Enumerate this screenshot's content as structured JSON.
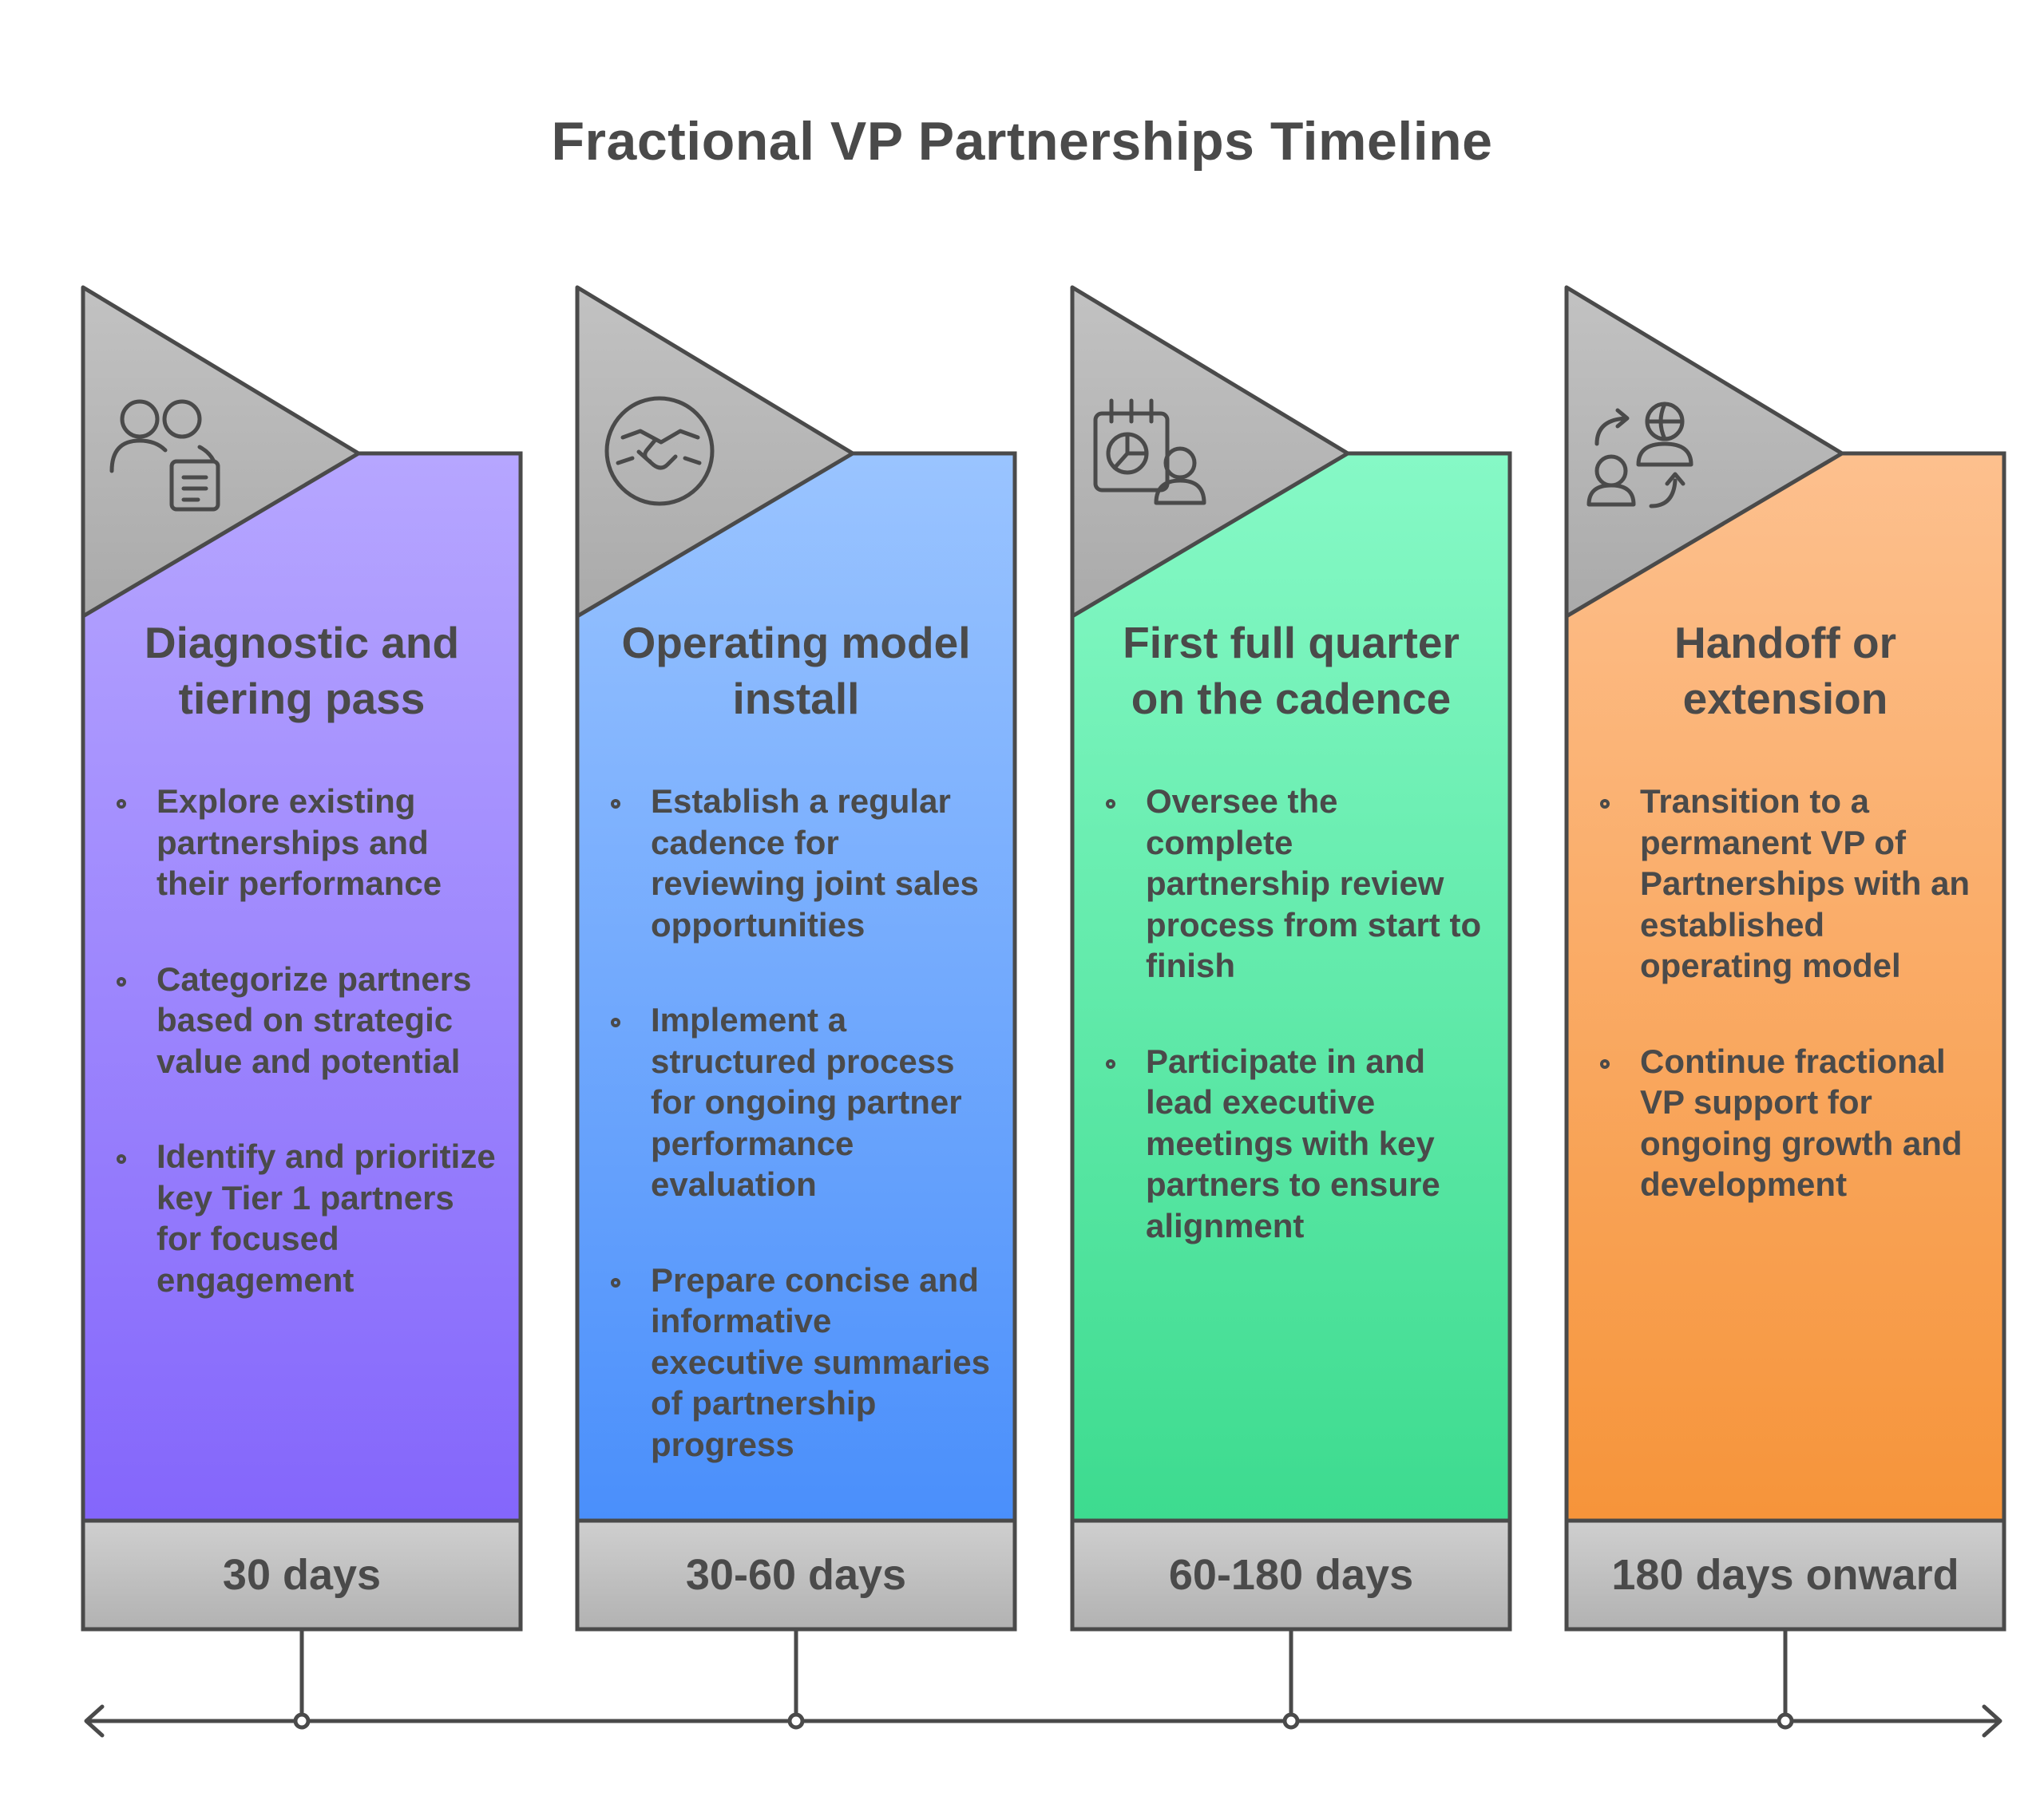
{
  "title": "Fractional VP Partnerships Timeline",
  "colors": {
    "stroke": "#4a4a4a",
    "triangle": "#b9b9b9",
    "duration_box": "#c4c4c4",
    "stage1_top": "#b6a6ff",
    "stage1_bottom": "#8466fb",
    "stage2_top": "#9ac4ff",
    "stage2_bottom": "#4a8ffb",
    "stage3_top": "#86f9c6",
    "stage3_bottom": "#3ddb8f",
    "stage4_top": "#fdc08e",
    "stage4_bottom": "#f6943a"
  },
  "stages": [
    {
      "title": "Diagnostic and tiering pass",
      "icon": "people-document-icon",
      "duration": "30 days",
      "bullets": [
        "Explore existing partnerships and their performance",
        "Categorize partners based on strategic value and potential",
        "Identify and prioritize key Tier 1 partners for focused engagement"
      ]
    },
    {
      "title": "Operating model install",
      "icon": "handshake-icon",
      "duration": "30-60 days",
      "bullets": [
        "Establish a regular cadence for reviewing joint sales opportunities",
        "Implement a structured process for ongoing partner performance evaluation",
        "Prepare concise and informative executive summaries of partnership progress"
      ]
    },
    {
      "title": "First full quarter on the cadence",
      "icon": "calendar-person-icon",
      "duration": "60-180 days",
      "bullets": [
        "Oversee the complete partnership review process from start to finish",
        "Participate in and lead executive meetings with key partners to ensure alignment"
      ]
    },
    {
      "title": "Handoff or extension",
      "icon": "handoff-people-icon",
      "duration": "180 days onward",
      "bullets": [
        "Transition to a permanent VP of Partnerships with an established operating model",
        "Continue fractional VP support for ongoing growth and development"
      ]
    }
  ]
}
